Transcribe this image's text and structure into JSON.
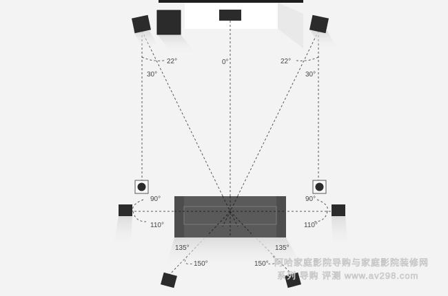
{
  "angles": {
    "center": "0°",
    "front_left_inner": "22°",
    "front_left_outer": "30°",
    "front_right_inner": "22°",
    "front_right_outer": "30°",
    "side_left_upper": "90°",
    "side_left_lower": "110°",
    "side_right_upper": "90°",
    "side_right_lower": "110°",
    "rear_left_inner": "135°",
    "rear_left_outer": "150°",
    "rear_right_inner": "135°",
    "rear_right_outer": "150°"
  },
  "watermark": {
    "line1": "阿哈家庭影院导购与家庭影院装修网",
    "line2": "系列 导购 评测 www.av298.com"
  },
  "colors": {
    "background": "#f3f3f3",
    "speaker": "#2b2b2b",
    "sofa": "#5a5a5a",
    "screen": "#ffffff",
    "dashed_line": "#555555"
  }
}
